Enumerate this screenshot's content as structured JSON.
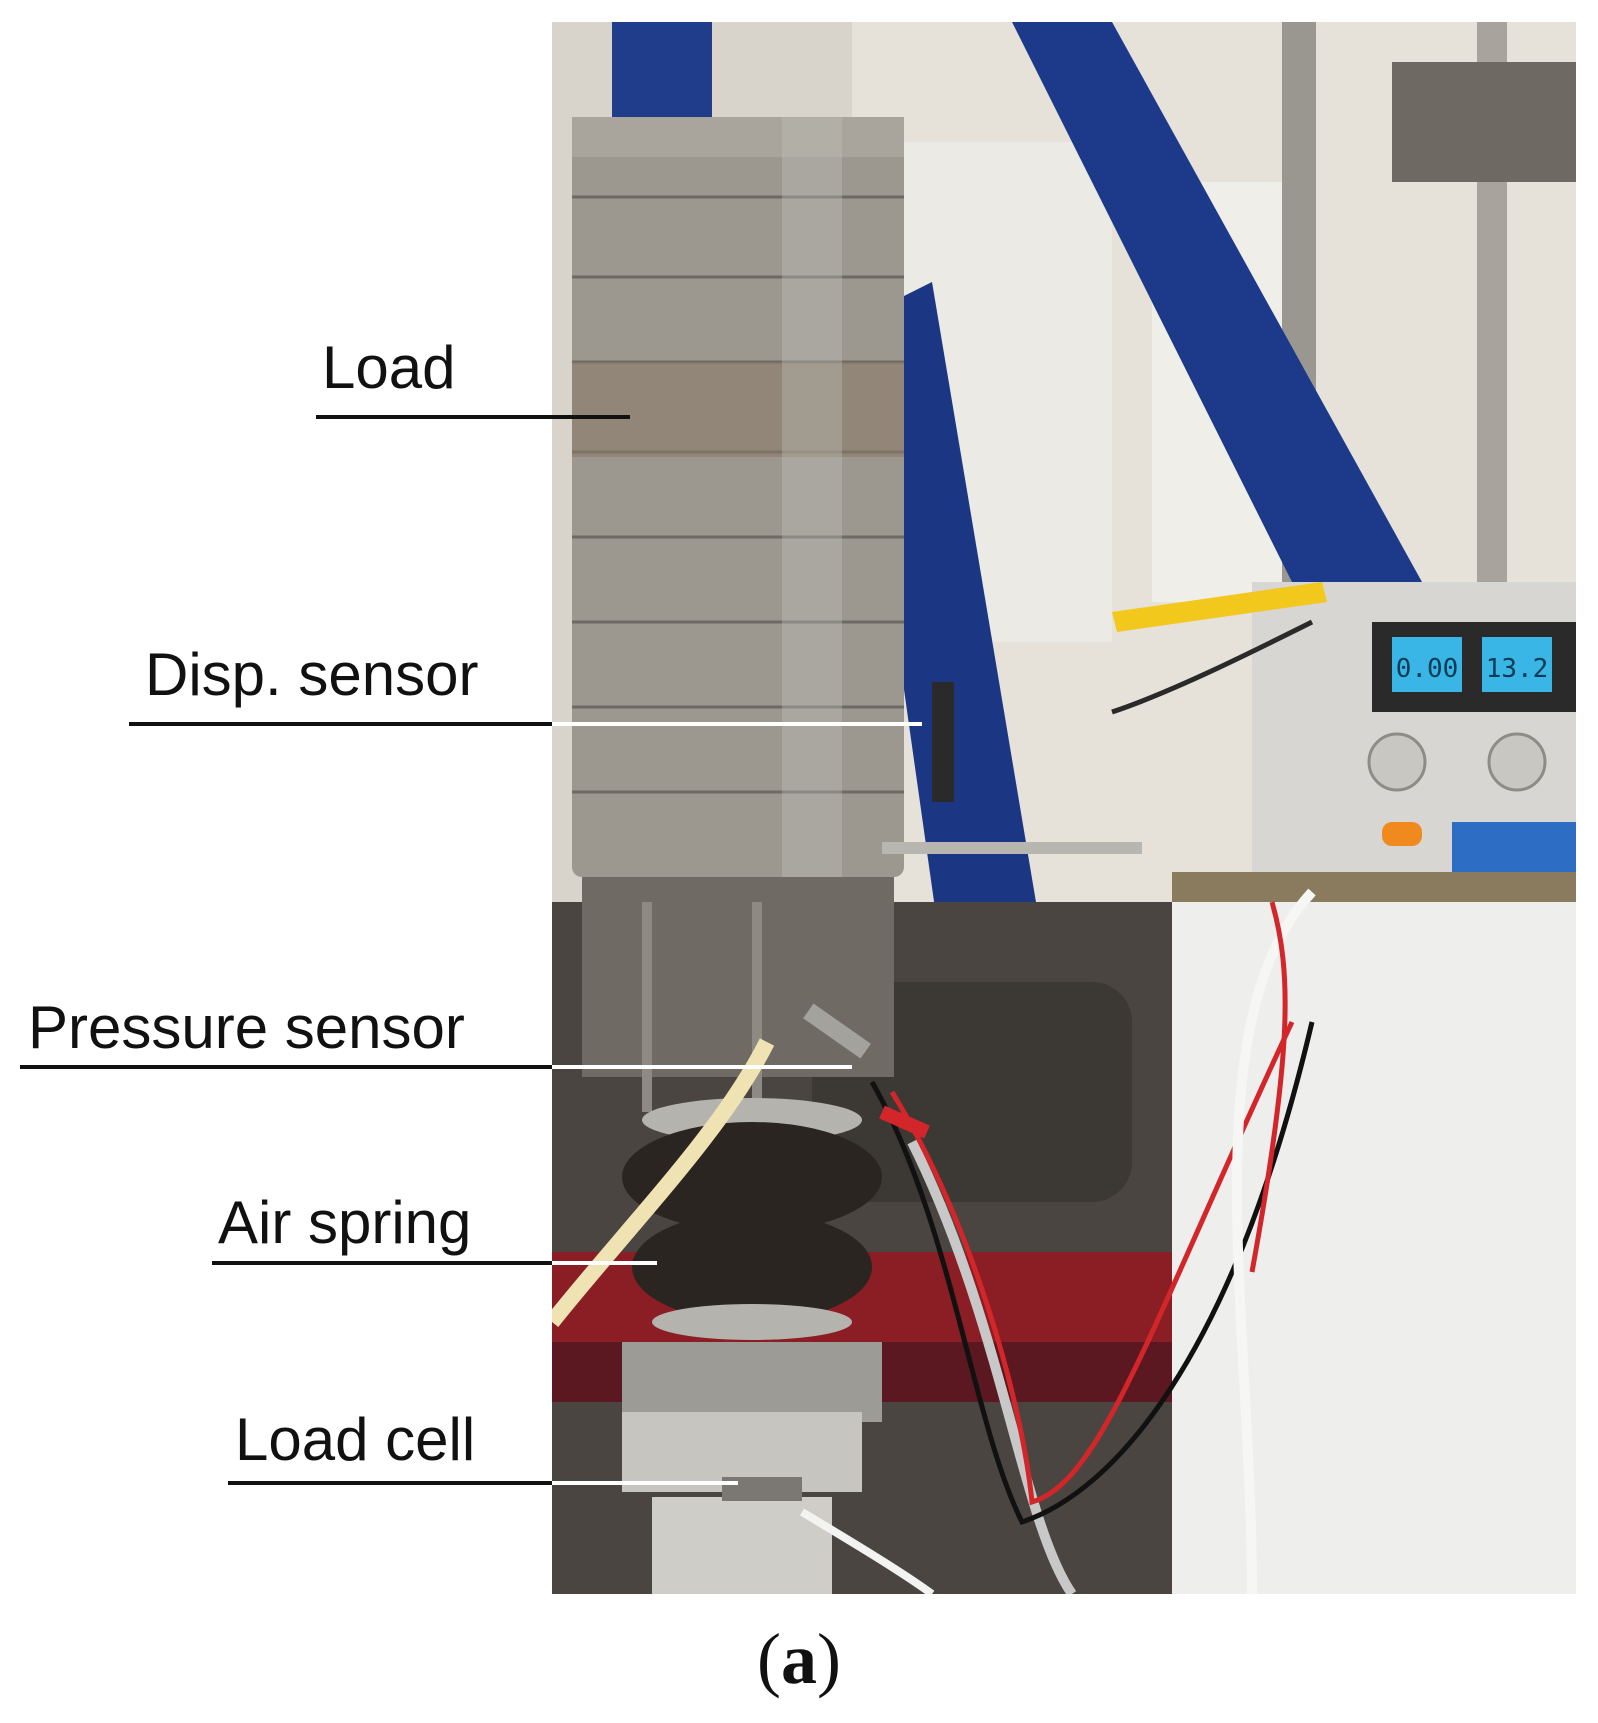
{
  "labels": {
    "load": "Load",
    "disp_sensor": "Disp. sensor",
    "pressure_sensor": "Pressure sensor",
    "air_spring": "Air spring",
    "load_cell": "Load cell"
  },
  "caption": {
    "open": "(",
    "letter": "a",
    "close": ")"
  },
  "instrument_display": {
    "current": "0.00",
    "voltage": "13.2"
  },
  "colors": {
    "frame_blue": "#1d3a8a",
    "steel": "#9a978f",
    "rubber": "#2b2522",
    "red_wire": "#d3262a",
    "display_cyan": "#39b6e6"
  }
}
